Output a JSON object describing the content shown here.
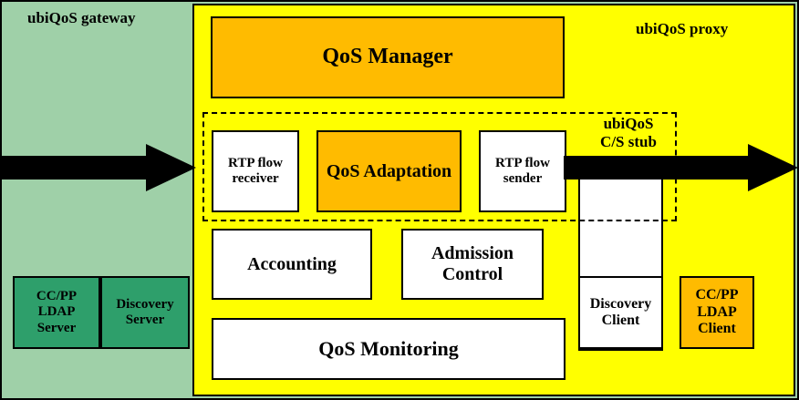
{
  "diagram": {
    "title_regions": {
      "gateway": "ubiQoS gateway",
      "proxy": "ubiQoS proxy"
    },
    "stub": {
      "label": "ubiQoS\nC/S stub"
    },
    "boxes": {
      "qos_manager": "QoS Manager",
      "rtp_flow_receiver": "RTP flow\nreceiver",
      "qos_adaptation": "QoS Adaptation",
      "rtp_flow_sender": "RTP flow\nsender",
      "accounting": "Accounting",
      "admission_control": "Admission\nControl",
      "qos_monitoring": "QoS Monitoring",
      "discovery_client": "Discovery\nClient",
      "ccpp_ldap_client": "CC/PP\nLDAP\nClient",
      "ccpp_ldap_server": "CC/PP\nLDAP\nServer",
      "discovery_server": "Discovery\nServer"
    },
    "arrows": {
      "inbound": "inbound-flow-arrow",
      "outbound": "outbound-flow-arrow"
    },
    "colors": {
      "gateway_bg": "#9fd0a8",
      "proxy_bg": "#ffff00",
      "module_bg": "#ffbb00",
      "server_bg": "#2e9f6b",
      "white_bg": "#ffffff",
      "stroke": "#000000"
    }
  }
}
